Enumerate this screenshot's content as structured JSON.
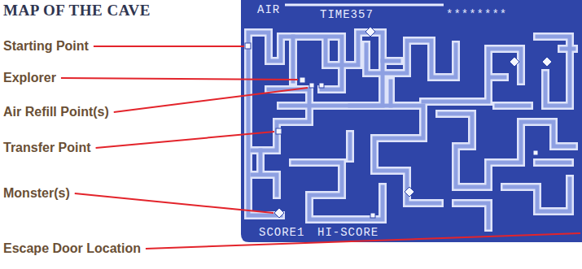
{
  "diagram": {
    "title": "MAP OF THE CAVE",
    "labels": [
      "Starting Point",
      "Explorer",
      "Air Refill Point(s)",
      "Transfer Point",
      "Monster(s)",
      "Escape Door Location",
      "AIR",
      "TIME357",
      "********",
      "SCORE1",
      "HI-SCORE"
    ]
  }
}
